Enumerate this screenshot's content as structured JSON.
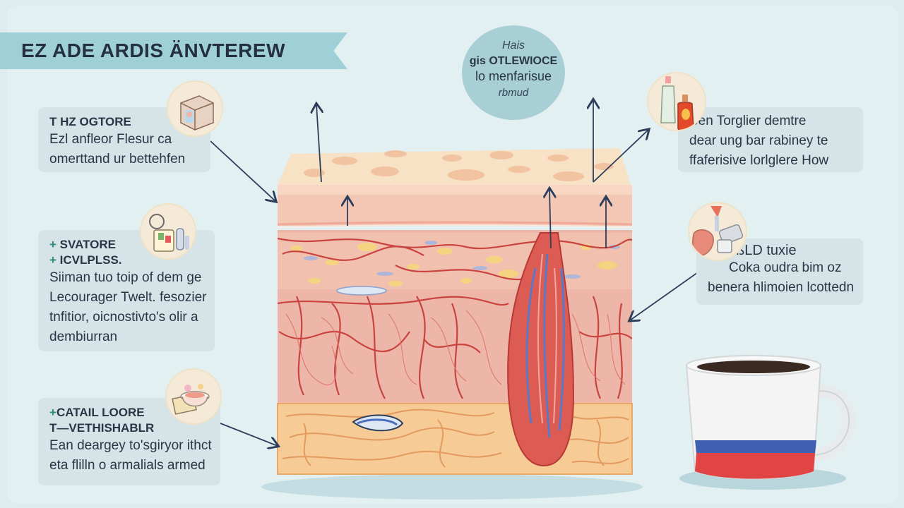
{
  "title": "EZ ADE ARDIS ÄNVTEREW",
  "top_circle": {
    "line1": "Hais",
    "line2": "gis OTLEWIOCE",
    "line3": "lo menfarisue",
    "line4": "rbmud"
  },
  "callouts": {
    "left1": {
      "head": "T HZ OGTORE",
      "lines": [
        "Ezl anfleor Flesur ca",
        "omerttand ur bettehfen"
      ]
    },
    "left2": {
      "head1": "SVATORE",
      "head2": "ICVLPLSS.",
      "lines": [
        "Siiman tuo toip of dem ge",
        "Lecourager Twelt. fesozier",
        "tnfitior, oicnostivto's olir a",
        "dembiurran"
      ]
    },
    "left3": {
      "head1": "CATAIL LOORE",
      "head2": "T—VETHISHABLR",
      "lines": [
        "Ean deargey to'sgiryor ithct",
        "eta flilln o armalials armed"
      ]
    },
    "right1": {
      "lines": [
        "Ben Torglier demtre",
        "dear ung bar rabiney te",
        "ffaferisive lorlglere How"
      ]
    },
    "right2": {
      "head": "ßLD tuxie",
      "lines": [
        "Coka oudra bim oz",
        "benera hlimoien lcottedn"
      ]
    }
  },
  "icons": [
    "package-icon",
    "supplies-icon",
    "bowl-icon",
    "bottles-icon",
    "cosmetics-icon",
    "coffee-mug-icon"
  ],
  "colors": {
    "background": "#e3f0f2",
    "banner": "#9fd0d8",
    "callout": "#d6e4e8",
    "skin_top": "#f6ddc1",
    "dermis": "#ecb0a2",
    "fat_layer": "#f5c991",
    "vessel_red": "#d4453f",
    "vessel_blue": "#5a78c8",
    "arrow": "#2c3e5a"
  }
}
